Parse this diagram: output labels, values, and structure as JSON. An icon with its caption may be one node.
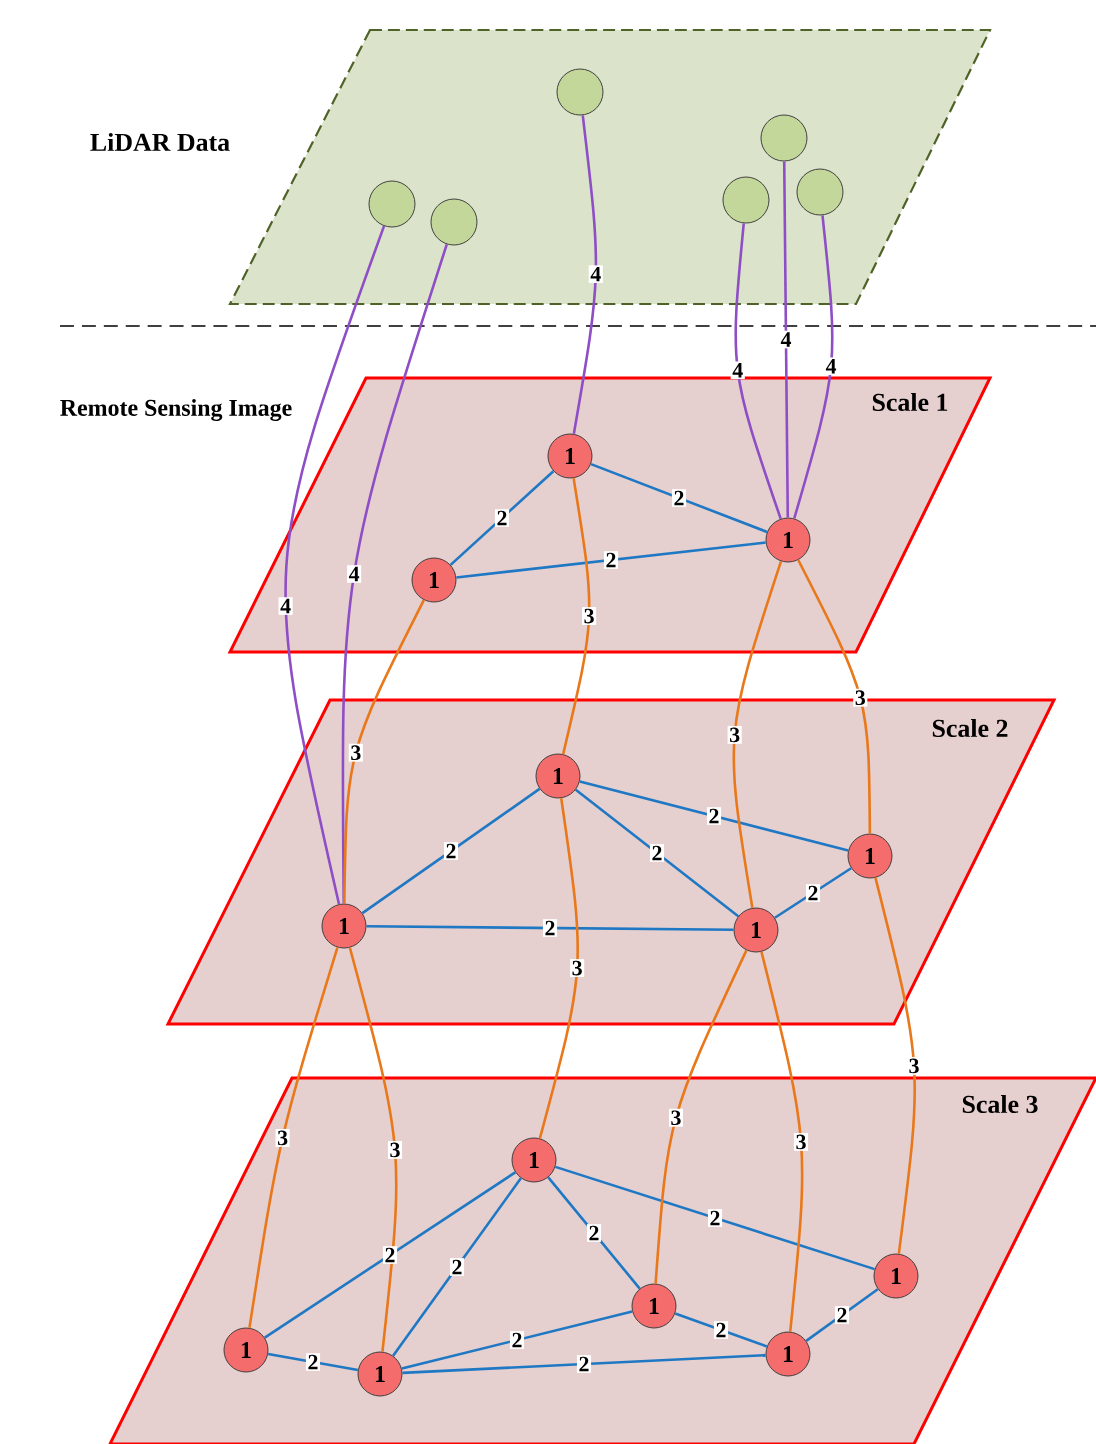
{
  "diagram": {
    "nodes": [
      {
        "text": [
          "LiDAR Data"
        ]
      },
      {
        "text": [],
        "shape": "circle",
        "in": 0
      },
      {
        "text": [],
        "shape": "circle",
        "in": 0
      },
      {
        "text": [],
        "shape": "circle",
        "in": 0
      },
      {
        "text": [],
        "shape": "circle",
        "in": 0
      },
      {
        "text": [],
        "shape": "circle",
        "in": 0
      },
      {
        "text": [],
        "shape": "circle",
        "in": 0
      },
      {
        "text": [
          "Scale 1"
        ]
      },
      {
        "text": [
          "1"
        ],
        "in": 7
      },
      {
        "text": [
          "1"
        ],
        "in": 7
      },
      {
        "text": [
          "1"
        ],
        "in": 7
      },
      {
        "text": [
          "Scale 2"
        ]
      },
      {
        "text": [
          "1"
        ],
        "in": 11
      },
      {
        "text": [
          "1"
        ],
        "in": 11
      },
      {
        "text": [
          "1"
        ],
        "in": 11
      },
      {
        "text": [
          "1"
        ],
        "in": 11
      },
      {
        "text": [
          "Scale 3"
        ]
      },
      {
        "text": [
          "1"
        ],
        "in": 16
      },
      {
        "text": [
          "1"
        ],
        "in": 16
      },
      {
        "text": [
          "1"
        ],
        "in": 16
      },
      {
        "text": [
          "1"
        ],
        "in": 16
      },
      {
        "text": [
          "1"
        ],
        "in": 16
      },
      {
        "text": [
          "1"
        ],
        "in": 16
      }
    ],
    "edges": [
      {
        "from": 1,
        "to": 13,
        "arrow": "none",
        "label": "4",
        "color": "#8e4ec6"
      },
      {
        "from": 2,
        "to": 13,
        "arrow": "none",
        "label": "4",
        "color": "#8e4ec6"
      },
      {
        "from": 3,
        "to": 8,
        "arrow": "none",
        "label": "4",
        "color": "#8e4ec6"
      },
      {
        "from": 4,
        "to": 10,
        "arrow": "none",
        "label": "4",
        "color": "#8e4ec6"
      },
      {
        "from": 5,
        "to": 10,
        "arrow": "none",
        "label": "4",
        "color": "#8e4ec6"
      },
      {
        "from": 6,
        "to": 10,
        "arrow": "none",
        "label": "4",
        "color": "#8e4ec6"
      },
      {
        "from": 8,
        "to": 9,
        "arrow": "none",
        "label": "2"
      },
      {
        "from": 8,
        "to": 10,
        "arrow": "none",
        "label": "2"
      },
      {
        "from": 9,
        "to": 10,
        "arrow": "none",
        "label": "2"
      },
      {
        "from": 12,
        "to": 13,
        "arrow": "none",
        "label": "2"
      },
      {
        "from": 12,
        "to": 15,
        "arrow": "none",
        "label": "2"
      },
      {
        "from": 12,
        "to": 14,
        "arrow": "none",
        "label": "2"
      },
      {
        "from": 13,
        "to": 14,
        "arrow": "none",
        "label": "2"
      },
      {
        "from": 14,
        "to": 15,
        "arrow": "none",
        "label": "2"
      },
      {
        "from": 17,
        "to": 18,
        "arrow": "none",
        "label": "2"
      },
      {
        "from": 17,
        "to": 19,
        "arrow": "none",
        "label": "2"
      },
      {
        "from": 17,
        "to": 20,
        "arrow": "none",
        "label": "2"
      },
      {
        "from": 17,
        "to": 22,
        "arrow": "none",
        "label": "2"
      },
      {
        "from": 18,
        "to": 19,
        "arrow": "none",
        "label": "2"
      },
      {
        "from": 19,
        "to": 20,
        "arrow": "none",
        "label": "2"
      },
      {
        "from": 19,
        "to": 21,
        "arrow": "none",
        "label": "2"
      },
      {
        "from": 20,
        "to": 21,
        "arrow": "none",
        "label": "2"
      },
      {
        "from": 21,
        "to": 22,
        "arrow": "none",
        "label": "2"
      },
      {
        "from": 9,
        "to": 13,
        "arrow": "none",
        "label": "3",
        "color": "#e8781a"
      },
      {
        "from": 8,
        "to": 12,
        "arrow": "none",
        "label": "3",
        "color": "#e8781a"
      },
      {
        "from": 10,
        "to": 14,
        "arrow": "none",
        "label": "3",
        "color": "#e8781a"
      },
      {
        "from": 10,
        "to": 15,
        "arrow": "none",
        "label": "3",
        "color": "#e8781a"
      },
      {
        "from": 12,
        "to": 17,
        "arrow": "none",
        "label": "3",
        "color": "#e8781a"
      },
      {
        "from": 13,
        "to": 18,
        "arrow": "none",
        "label": "3",
        "color": "#e8781a"
      },
      {
        "from": 13,
        "to": 19,
        "arrow": "none",
        "label": "3",
        "color": "#e8781a"
      },
      {
        "from": 14,
        "to": 20,
        "arrow": "none",
        "label": "3",
        "color": "#e8781a"
      },
      {
        "from": 14,
        "to": 21,
        "arrow": "none",
        "label": "3",
        "color": "#e8781a"
      },
      {
        "from": 15,
        "to": 22,
        "arrow": "none",
        "label": "3",
        "color": "#e8781a"
      }
    ],
    "labels": [
      "Remote Sensing Image"
    ]
  }
}
